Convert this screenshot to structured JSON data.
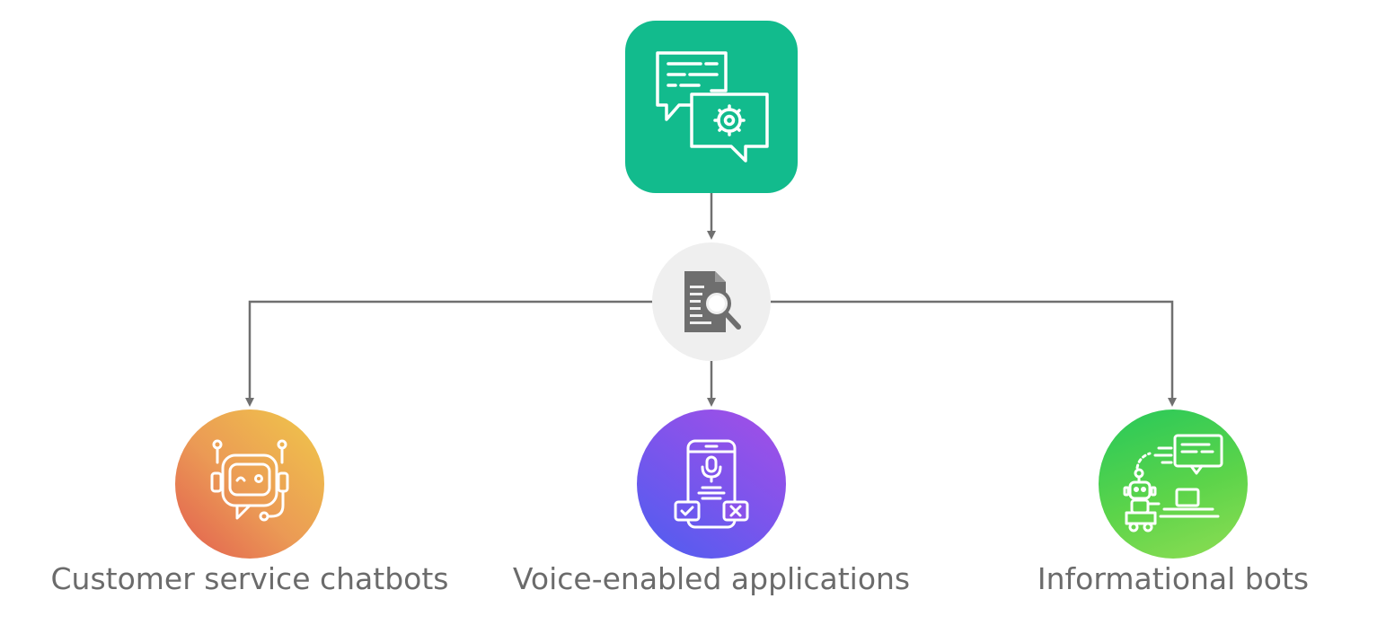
{
  "diagram": {
    "root": {
      "icon": "chat-bubbles-gear-icon",
      "color": "#12bb8d"
    },
    "hub": {
      "icon": "document-search-icon",
      "color": "#efefef"
    },
    "leaves": [
      {
        "label": "Customer service chatbots",
        "icon": "robot-support-icon",
        "colors": [
          "#e25c4f",
          "#f0c84a"
        ]
      },
      {
        "label": "Voice-enabled applications",
        "icon": "phone-microphone-icon",
        "colors": [
          "#4d5ef0",
          "#a64ee6"
        ]
      },
      {
        "label": "Informational bots",
        "icon": "robot-laptop-icon",
        "colors": [
          "#27c85a",
          "#8fdd53"
        ]
      }
    ],
    "connector_color": "#707070"
  }
}
